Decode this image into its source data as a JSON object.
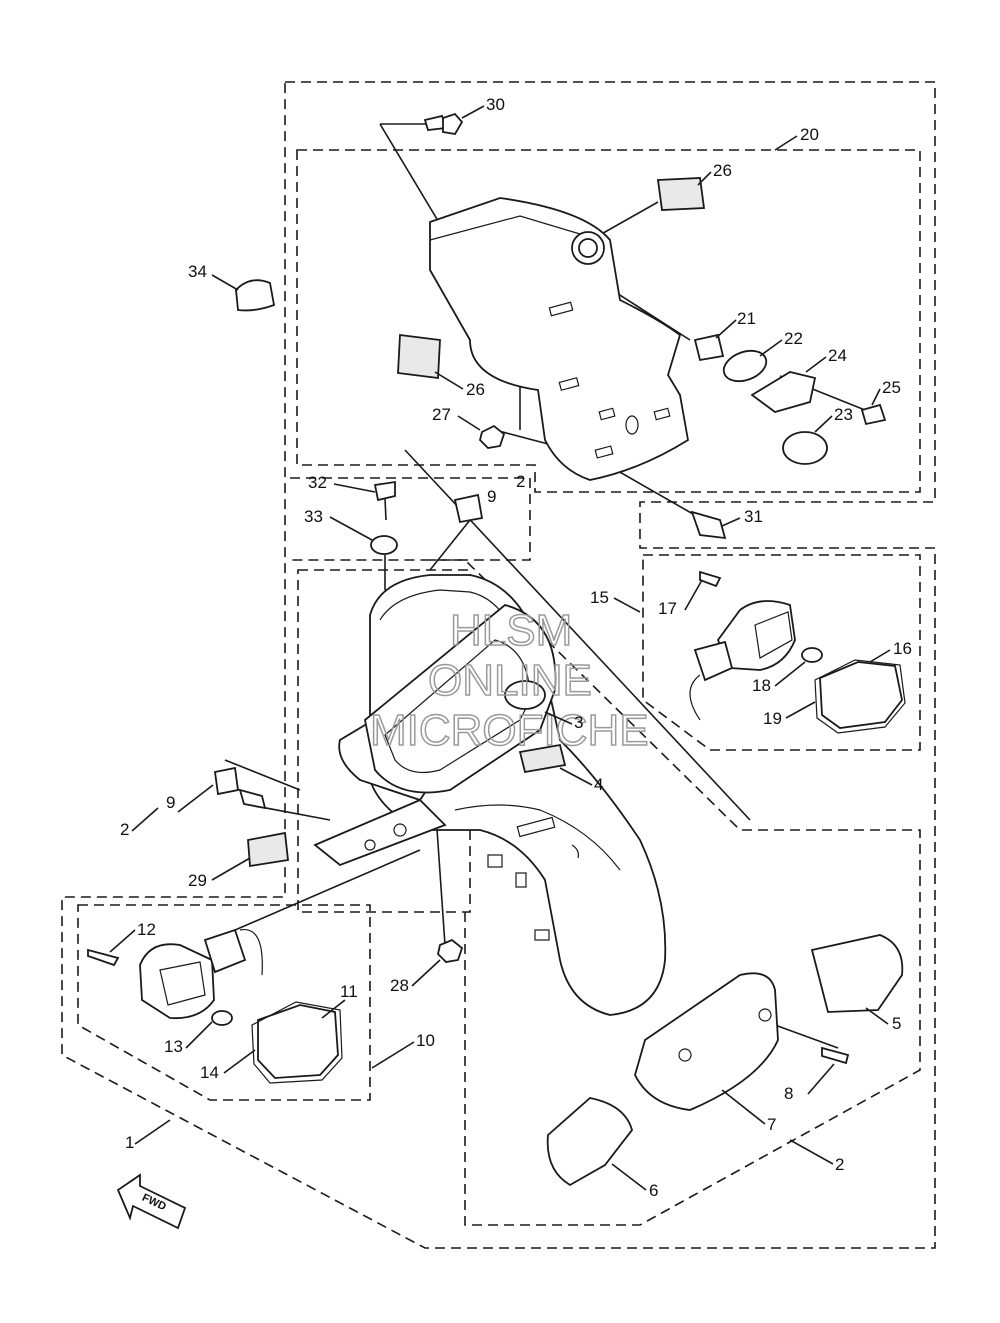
{
  "callouts": [
    {
      "id": "c30",
      "text": "30"
    },
    {
      "id": "c20",
      "text": "20"
    },
    {
      "id": "c26a",
      "text": "26"
    },
    {
      "id": "c34",
      "text": "34"
    },
    {
      "id": "c26b",
      "text": "26"
    },
    {
      "id": "c21",
      "text": "21"
    },
    {
      "id": "c22",
      "text": "22"
    },
    {
      "id": "c24",
      "text": "24"
    },
    {
      "id": "c25",
      "text": "25"
    },
    {
      "id": "c23",
      "text": "23"
    },
    {
      "id": "c27",
      "text": "27"
    },
    {
      "id": "c32",
      "text": "32"
    },
    {
      "id": "c9a",
      "text": "9"
    },
    {
      "id": "c2a",
      "text": "2"
    },
    {
      "id": "c33",
      "text": "33"
    },
    {
      "id": "c31",
      "text": "31"
    },
    {
      "id": "c15",
      "text": "15"
    },
    {
      "id": "c17",
      "text": "17"
    },
    {
      "id": "c16",
      "text": "16"
    },
    {
      "id": "c18",
      "text": "18"
    },
    {
      "id": "c19",
      "text": "19"
    },
    {
      "id": "c3",
      "text": "3"
    },
    {
      "id": "c4",
      "text": "4"
    },
    {
      "id": "c9b",
      "text": "9"
    },
    {
      "id": "c2b",
      "text": "2"
    },
    {
      "id": "c29",
      "text": "29"
    },
    {
      "id": "c12",
      "text": "12"
    },
    {
      "id": "c11",
      "text": "11"
    },
    {
      "id": "c10",
      "text": "10"
    },
    {
      "id": "c13",
      "text": "13"
    },
    {
      "id": "c14",
      "text": "14"
    },
    {
      "id": "c28",
      "text": "28"
    },
    {
      "id": "c5",
      "text": "5"
    },
    {
      "id": "c8",
      "text": "8"
    },
    {
      "id": "c7",
      "text": "7"
    },
    {
      "id": "c1",
      "text": "1"
    },
    {
      "id": "c2c",
      "text": "2"
    },
    {
      "id": "c6",
      "text": "6"
    }
  ],
  "watermark": [
    "HLSM",
    "ONLINE",
    "MICROFICHE"
  ],
  "direction_label": "FWD",
  "colors": {
    "line": "#1a1a1a",
    "background": "#ffffff",
    "watermark": "#9a9a9a"
  }
}
